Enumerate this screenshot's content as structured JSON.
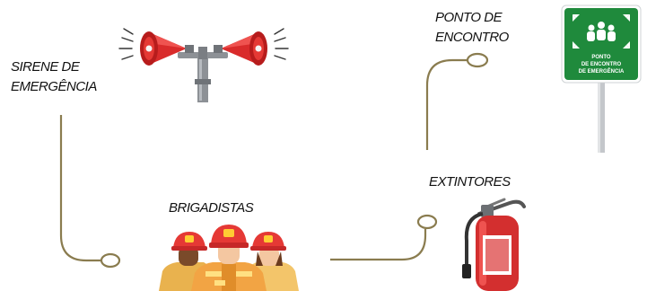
{
  "labels": {
    "sirene_line1": "SIRENE DE",
    "sirene_line2": "EMERGÊNCIA",
    "ponto_line1": "PONTO DE",
    "ponto_line2": "ENCONTRO",
    "brigadistas": "BRIGADISTAS",
    "extintores": "EXTINTORES"
  },
  "sign": {
    "line1": "PONTO",
    "line2": "DE ENCONTRO",
    "line3": "DE EMERGÊNCIA"
  },
  "icons": [
    "siren-icon",
    "meeting-point-sign-icon",
    "firefighters-icon",
    "fire-extinguisher-icon"
  ],
  "colors": {
    "connector": "#8a7c4f",
    "siren_red": "#d92b2b",
    "sign_green": "#1f8a3c",
    "extinguisher_red": "#d32f2f",
    "helmet_red": "#e53935",
    "uniform_orange": "#f2a444"
  }
}
